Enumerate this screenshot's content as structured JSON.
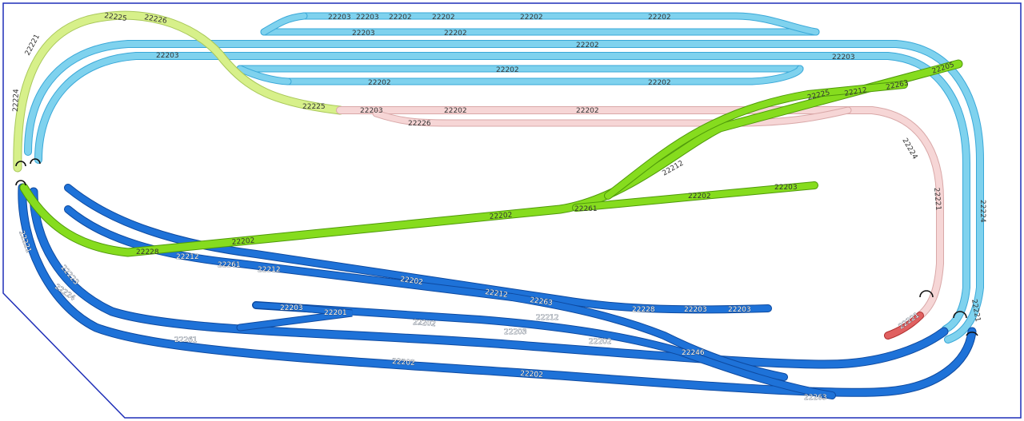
{
  "colors": {
    "border": "#1f2fb8",
    "lime": "#d7f08a",
    "lime_edge": "#a9c85a",
    "cyan": "#7fd2ee",
    "cyan_edge": "#3aa8d8",
    "pink": "#f6d6d6",
    "pink_edge": "#d9a8a8",
    "green": "#86dc1e",
    "green_edge": "#4f9a0a",
    "blue": "#1e72d8",
    "blue_edge": "#0e4aa0",
    "red": "#e06060"
  },
  "labels": {
    "lime_top": "22225",
    "lime_top2": "22226",
    "lime_left": "22221",
    "lime_inner": "22224",
    "lime_end": "22225",
    "cyan_a": "22203",
    "cyan_b": "22202",
    "cyan_c": "22202",
    "cyan_d": "22202",
    "cyan_e": "22202",
    "cyan_f": "22203",
    "cyan_g": "22203",
    "cyan_h": "22202",
    "cyan_i": "22202",
    "cyan_j": "22203",
    "cyan_k": "22203",
    "cyan_l": "22202",
    "cyan_m": "22202",
    "cyan_n": "22202",
    "cyan_o": "22224",
    "cyan_p": "22221",
    "pink_a": "22203",
    "pink_b": "22202",
    "pink_c": "22202",
    "pink_d": "22226",
    "pink_e": "22224",
    "pink_f": "22221",
    "green_a": "22205",
    "green_b": "22212",
    "green_c": "22263",
    "green_d": "22225",
    "green_e": "22261",
    "green_f": "22202",
    "green_g": "22203",
    "green_h": "22202",
    "green_i": "22202",
    "green_j": "22228",
    "green_k": "22212",
    "blue_a": "22212",
    "blue_b": "22261",
    "blue_c": "22212",
    "blue_d": "22202",
    "blue_e": "22212",
    "blue_f": "22263",
    "blue_g": "22228",
    "blue_h": "22203",
    "blue_i": "22203",
    "blue_j": "22201",
    "blue_k": "22202",
    "blue_l": "22203",
    "blue_m": "22212",
    "blue_n": "22203",
    "blue_o": "22202",
    "blue_p": "22246",
    "blue_q": "22261",
    "blue_r": "22202",
    "blue_s": "22202",
    "blue_t": "22263",
    "blue_u": "22224",
    "blue_v": "22221",
    "blue_w": "22223",
    "red_a": "22221"
  }
}
